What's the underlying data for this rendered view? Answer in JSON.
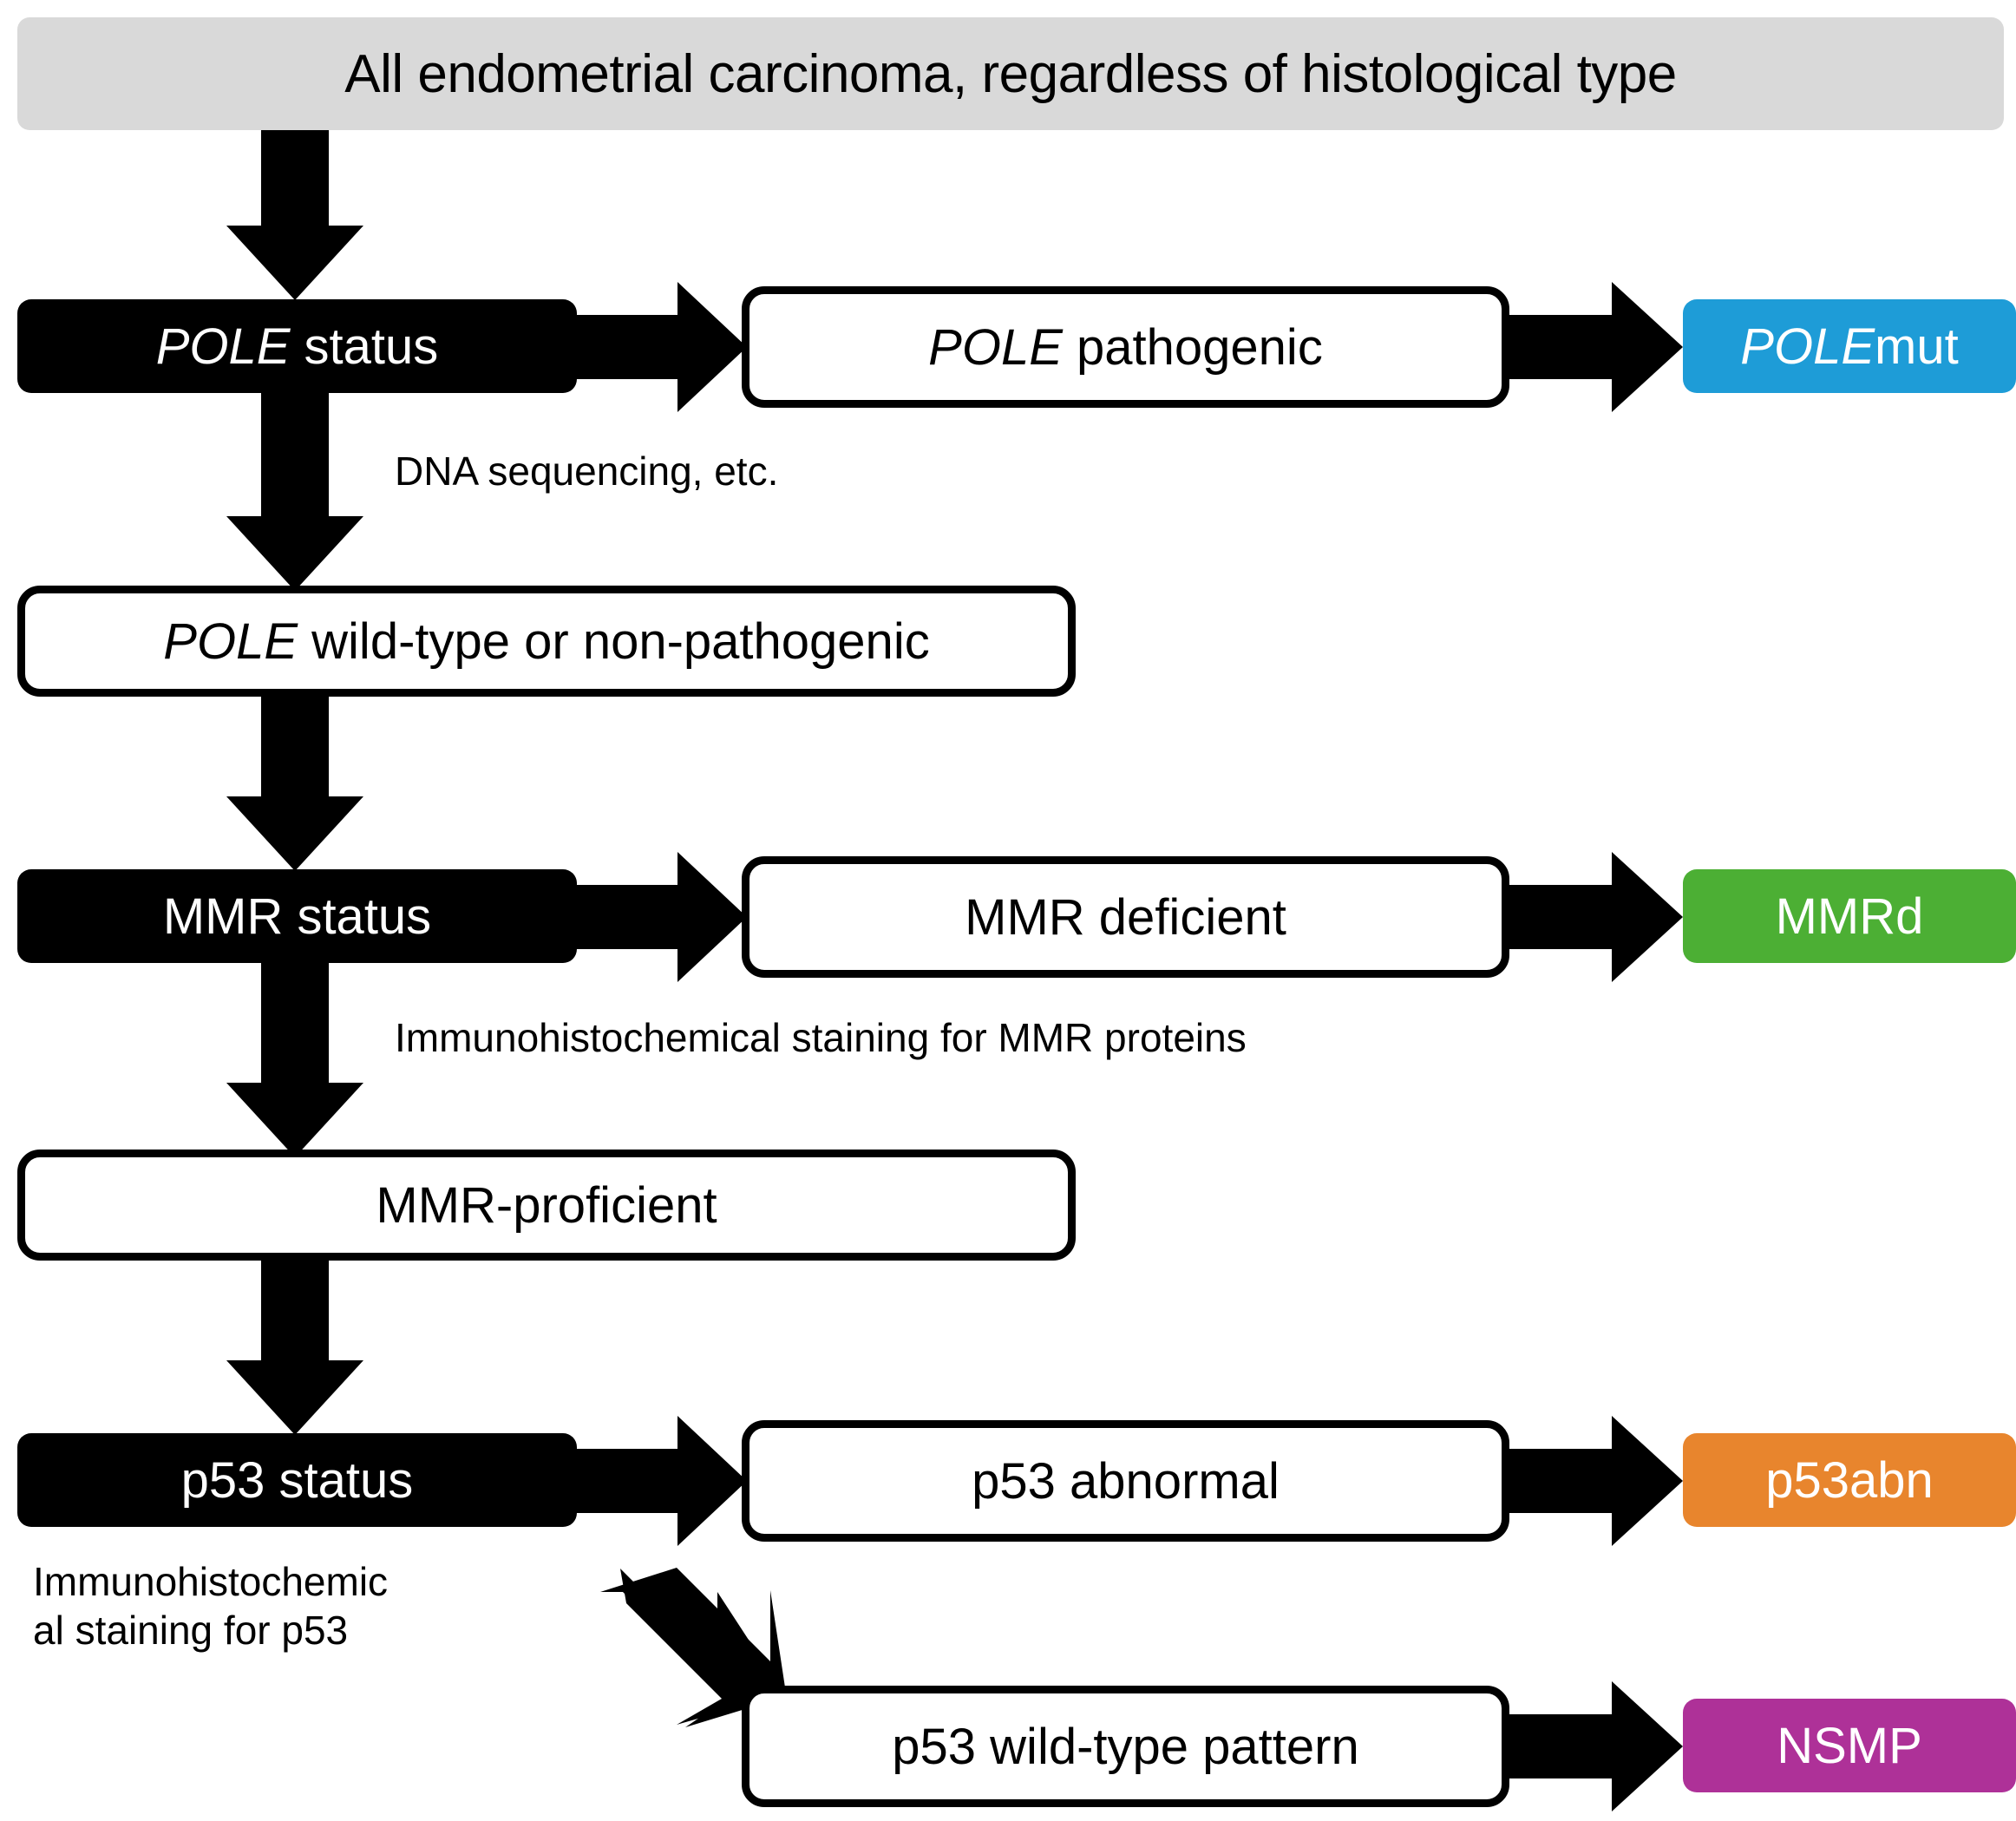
{
  "header": {
    "title": "All endometrial carcinoma, regardless of histological type",
    "background_color": "#D9D9D9"
  },
  "colors": {
    "polemut": "#1E9CD7",
    "mmrd": "#4CAF34",
    "p53abn": "#E8852D",
    "nsmp": "#AE3198",
    "box_black": "#000000",
    "box_white": "#FFFFFF",
    "outline": "#000000",
    "arrow": "#000000"
  },
  "steps": [
    {
      "id": "pole",
      "decision_gene": "POLE",
      "decision_rest": " status",
      "positive_gene": "POLE",
      "positive_rest": " pathogenic",
      "result_gene": "POLE",
      "result_rest": "mut",
      "method": "DNA sequencing, etc.",
      "negative_gene": "POLE",
      "negative_rest": " wild-type or non-pathogenic"
    },
    {
      "id": "mmr",
      "decision_gene": "",
      "decision_rest": "MMR status",
      "positive_gene": "",
      "positive_rest": "MMR deficient",
      "result_gene": "",
      "result_rest": "MMRd",
      "method": "Immunohistochemical staining for MMR proteins",
      "negative_gene": "",
      "negative_rest": "MMR-proficient"
    },
    {
      "id": "p53",
      "decision_gene": "",
      "decision_rest": "p53 status",
      "positive_gene": "",
      "positive_rest": "p53 abnormal",
      "result_gene": "",
      "result_rest": "p53abn",
      "method": "Immunohistochemic\nal staining for p53",
      "negative_gene": "",
      "negative_rest": "p53 wild-type pattern",
      "negative_result": "NSMP"
    }
  ],
  "icons": {
    "down_arrow": "down-arrow-icon",
    "right_arrow": "right-arrow-icon",
    "diagonal_arrow": "diagonal-down-right-arrow-icon"
  }
}
